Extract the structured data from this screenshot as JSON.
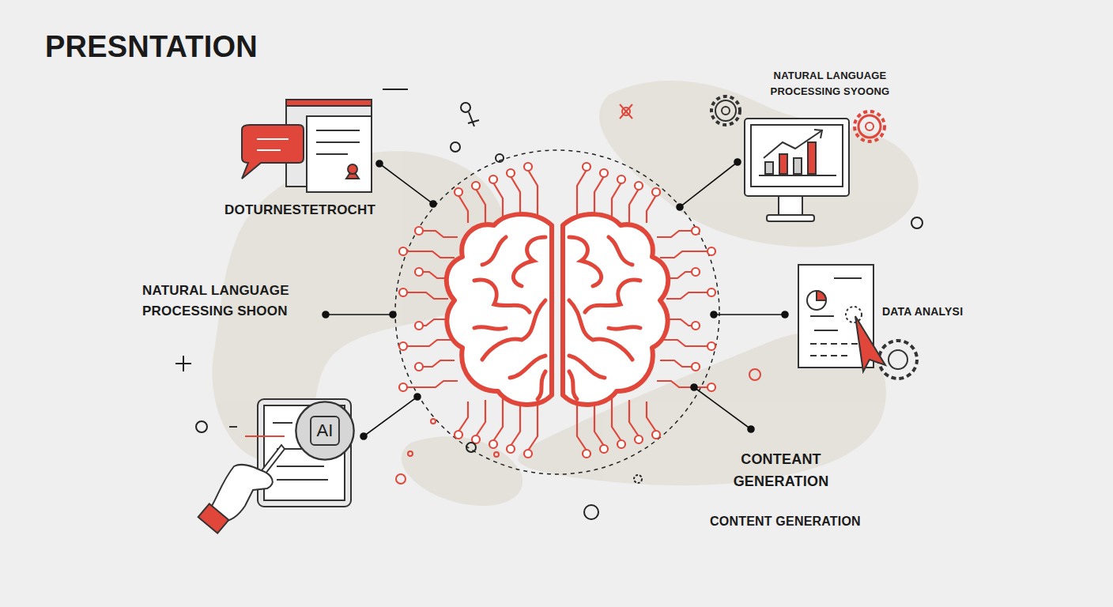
{
  "diagram": {
    "title": "PRESNTATION",
    "nodes": [
      {
        "text": [
          "AI"
        ]
      }
    ],
    "labels": [
      "NATURAL LANGUAGE PROCESSING SYOONG",
      "DOTURNESTETROCHT",
      "NATURAL LANGUAGE PROCESSING SHOON",
      "DATA ANALYSI",
      "CONTEANT GENERATION",
      "CONTENT GENERATION"
    ]
  }
}
